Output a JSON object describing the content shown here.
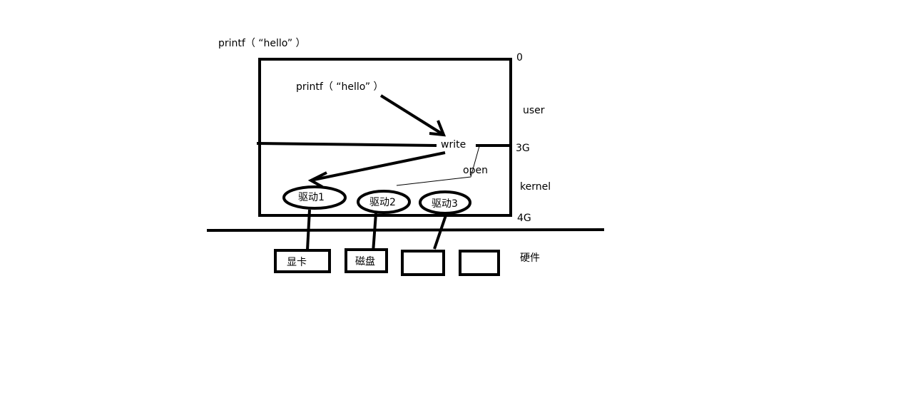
{
  "outer_call": "printf（ “hello” ）",
  "inner_call": "printf（ “hello” ）",
  "syscall_write": "write",
  "syscall_open": "open",
  "addr_0": "0",
  "addr_3g": "3G",
  "addr_4g": "4G",
  "region_user": "user",
  "region_kernel": "kernel",
  "hardware_label": "硬件",
  "drivers": [
    "驱动1",
    "驱动2",
    "驱动3"
  ],
  "devices": [
    "显卡",
    "磁盘",
    "",
    ""
  ]
}
